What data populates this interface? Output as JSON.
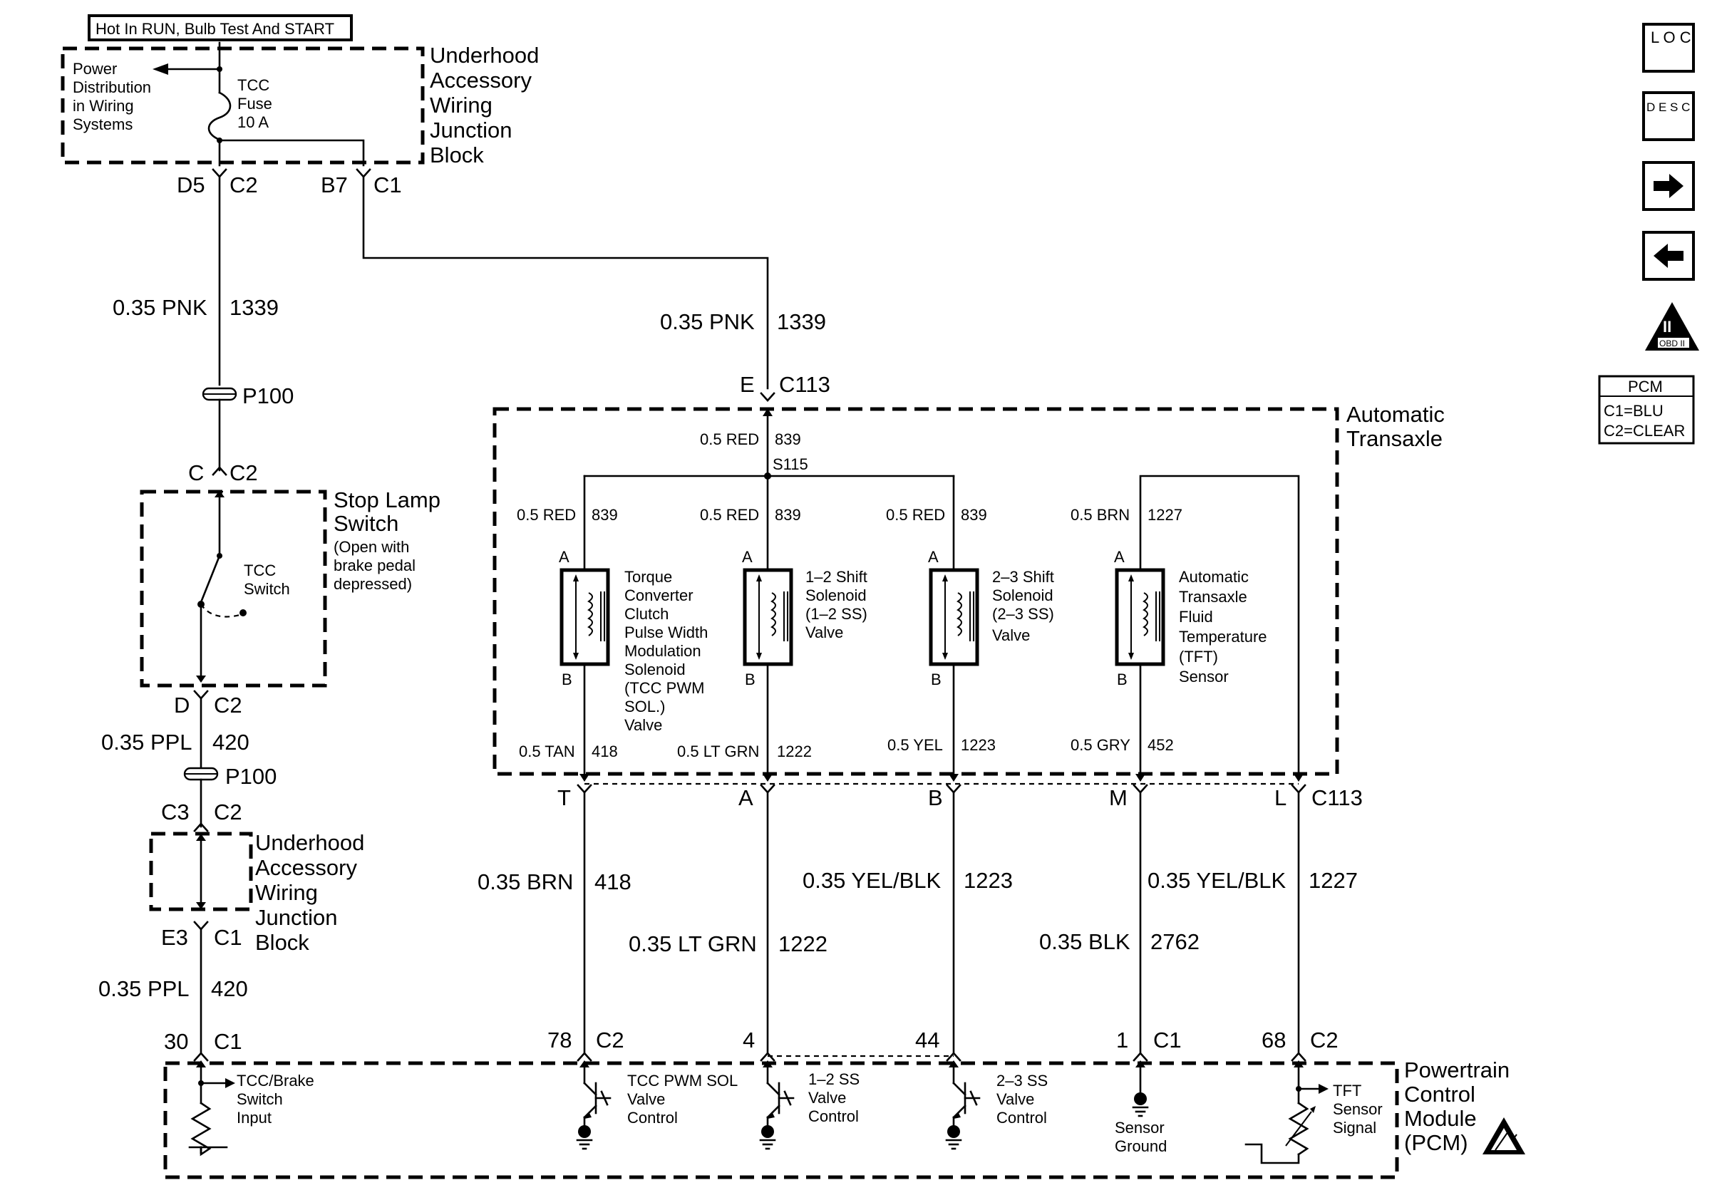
{
  "header": {
    "power_label": "Hot In RUN, Bulb Test And START"
  },
  "nav_icons": {
    "loc": "L O C",
    "desc": "D E S C",
    "next": "right-arrow-icon",
    "prev": "left-arrow-icon",
    "obd": {
      "roman": "II",
      "label": "OBD II"
    }
  },
  "pcm_key": {
    "title": "PCM",
    "c1": "C1=BLU",
    "c2": "C2=CLEAR"
  },
  "fuse_block": {
    "title": [
      "Underhood",
      "Accessory",
      "Wiring",
      "Junction",
      "Block"
    ],
    "power_dist": [
      "Power",
      "Distribution",
      "in Wiring",
      "Systems"
    ],
    "fuse": [
      "TCC",
      "Fuse",
      "10 A"
    ],
    "pin_left": "D5",
    "conn_left": "C2",
    "pin_right": "B7",
    "conn_right": "C1"
  },
  "left_chain": {
    "wire1": {
      "gauge": "0.35 PNK",
      "circuit": "1339"
    },
    "splice1": "P100",
    "conn_top_pin": "C",
    "conn_top": "C2",
    "stop_lamp_title": [
      "Stop Lamp",
      "Switch"
    ],
    "stop_lamp_note": [
      "(Open with",
      "brake pedal",
      "depressed)"
    ],
    "tcc_switch": [
      "TCC",
      "Switch"
    ],
    "conn_bottom_pin": "D",
    "conn_bottom": "C2",
    "wire2": {
      "gauge": "0.35 PPL",
      "circuit": "420"
    },
    "splice2": "P100",
    "conn3_pin": "C3",
    "conn3": "C2",
    "junction_title": [
      "Underhood",
      "Accessory",
      "Wiring",
      "Junction",
      "Block"
    ],
    "conn4_pin": "E3",
    "conn4": "C1",
    "wire3": {
      "gauge": "0.35 PPL",
      "circuit": "420"
    },
    "pcm_pin": "30",
    "pcm_conn": "C1"
  },
  "transaxle": {
    "feed": {
      "gauge": "0.35 PNK",
      "circuit": "1339"
    },
    "conn_pin": "E",
    "conn": "C113",
    "title": [
      "Automatic",
      "Transaxle"
    ],
    "inner_feed": {
      "gauge": "0.5 RED",
      "circuit": "839"
    },
    "splice": "S115",
    "terminal_a": "A",
    "terminal_b": "B",
    "solenoids": [
      {
        "label": [
          "Torque",
          "Converter",
          "Clutch",
          "Pulse Width",
          "Modulation",
          "Solenoid",
          "(TCC PWM",
          "SOL.)",
          "Valve"
        ],
        "top": {
          "gauge": "0.5 RED",
          "circuit": "839"
        },
        "bottom": {
          "gauge": "0.5 TAN",
          "circuit": "418"
        },
        "c113_pin": "T",
        "harness": {
          "gauge": "0.35 BRN",
          "circuit": "418"
        },
        "pcm_pin": "78",
        "pcm_conn": "C2",
        "pcm_label": [
          "TCC PWM SOL",
          "Valve",
          "Control"
        ]
      },
      {
        "label": [
          "1–2 Shift",
          "Solenoid",
          "(1–2 SS)",
          "Valve"
        ],
        "top": {
          "gauge": "0.5 RED",
          "circuit": "839"
        },
        "bottom": {
          "gauge": "0.5 LT GRN",
          "circuit": "1222"
        },
        "c113_pin": "A",
        "harness": {
          "gauge": "0.35 LT GRN",
          "circuit": "1222"
        },
        "pcm_pin": "4",
        "pcm_label": [
          "1–2 SS",
          "Valve",
          "Control"
        ]
      },
      {
        "label": [
          "2–3 Shift",
          "Solenoid",
          "(2–3 SS)",
          "Valve"
        ],
        "top": {
          "gauge": "0.5 RED",
          "circuit": "839"
        },
        "bottom": {
          "gauge": "0.5 YEL",
          "circuit": "1223"
        },
        "c113_pin": "B",
        "harness": {
          "gauge": "0.35 YEL/BLK",
          "circuit": "1223"
        },
        "pcm_pin": "44",
        "pcm_label": [
          "2–3 SS",
          "Valve",
          "Control"
        ]
      },
      {
        "label": [
          "Automatic",
          "Transaxle",
          "Fluid",
          "Temperature",
          "(TFT)",
          "Sensor"
        ],
        "top": {
          "gauge": "0.5 BRN",
          "circuit": "1227"
        },
        "bottom": {
          "gauge": "0.5 GRY",
          "circuit": "452"
        },
        "c113_pin": "M",
        "harness": {
          "gauge": "0.35 BLK",
          "circuit": "2762"
        },
        "pcm_pin": "1",
        "pcm_conn": "C1",
        "pcm_label": [
          "Sensor",
          "Ground"
        ]
      }
    ],
    "tft_return": {
      "c113_pin": "L",
      "c113_conn": "C113",
      "harness": {
        "gauge": "0.35 YEL/BLK",
        "circuit": "1227"
      },
      "pcm_pin": "68",
      "pcm_conn": "C2",
      "pcm_label": [
        "TFT",
        "Sensor",
        "Signal"
      ]
    }
  },
  "pcm": {
    "title": [
      "Powertrain",
      "Control",
      "Module",
      "(PCM)"
    ],
    "brake_input": [
      "TCC/Brake",
      "Switch",
      "Input"
    ]
  }
}
